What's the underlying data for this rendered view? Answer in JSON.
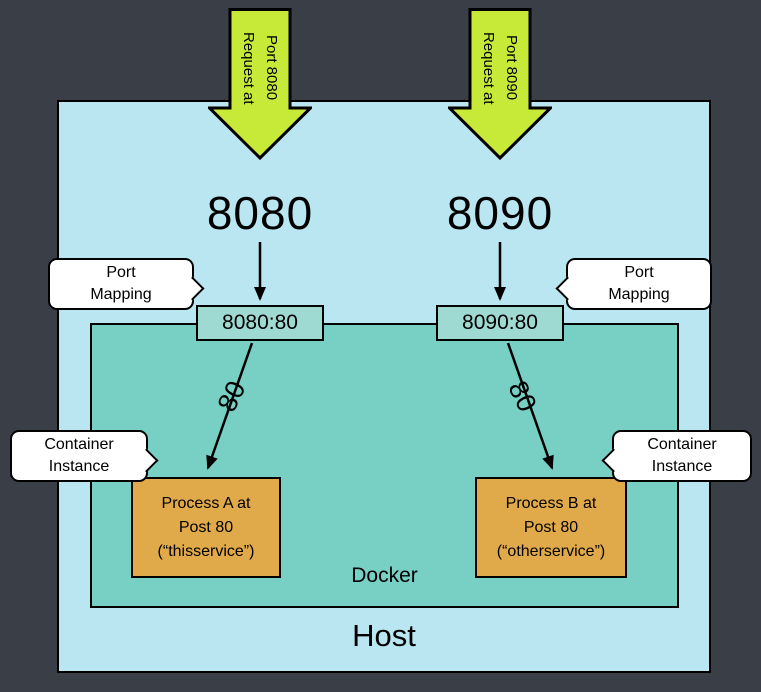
{
  "colors": {
    "bg": "#3a3e47",
    "host": "#b9e6f0",
    "docker": "#78d0c4",
    "mapping": "#9edad2",
    "arrow_green": "#c7ea39",
    "process": "#e0a94a",
    "bubble": "#ffffff",
    "ink": "#000000"
  },
  "request_arrows": [
    {
      "line1": "Request at",
      "line2": "Port 8080"
    },
    {
      "line1": "Request at",
      "line2": "Port 8090"
    }
  ],
  "host_ports": [
    "8080",
    "8090"
  ],
  "mappings": [
    "8080:80",
    "8090:80"
  ],
  "container_ports": [
    "80",
    "80"
  ],
  "callouts": {
    "port_mapping_left": {
      "line1": "Port",
      "line2": "Mapping"
    },
    "port_mapping_right": {
      "line1": "Port",
      "line2": "Mapping"
    },
    "container_left": {
      "line1": "Container",
      "line2": "Instance"
    },
    "container_right": {
      "line1": "Container",
      "line2": "Instance"
    }
  },
  "processes": [
    {
      "line1": "Process A at",
      "line2": "Post 80",
      "line3": "(“thisservice”)"
    },
    {
      "line1": "Process B at",
      "line2": "Post 80",
      "line3": "(“otherservice”)"
    }
  ],
  "labels": {
    "docker": "Docker",
    "host": "Host"
  }
}
